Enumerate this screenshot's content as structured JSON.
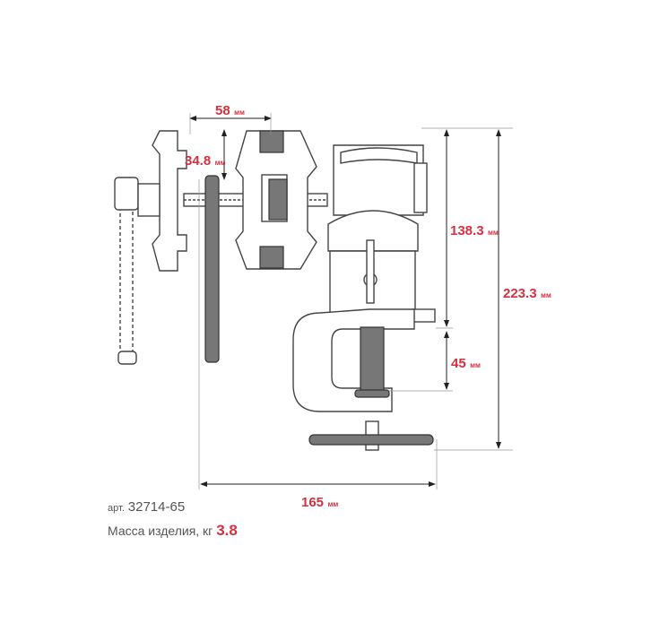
{
  "dimensions": {
    "jaw_width": {
      "value": "58",
      "unit": "мм"
    },
    "jaw_opening": {
      "value": "34.8",
      "unit": "мм"
    },
    "height_upper": {
      "value": "138.3",
      "unit": "мм"
    },
    "height_total": {
      "value": "223.3",
      "unit": "мм"
    },
    "clamp_opening": {
      "value": "45",
      "unit": "мм"
    },
    "length": {
      "value": "165",
      "unit": "мм"
    }
  },
  "info": {
    "article_label": "арт.",
    "article_value": "32714-65",
    "mass_label": "Масса изделия, кг",
    "mass_value": "3.8"
  },
  "colors": {
    "accent": "#d43040",
    "line": "#444444",
    "pad": "#777777"
  }
}
